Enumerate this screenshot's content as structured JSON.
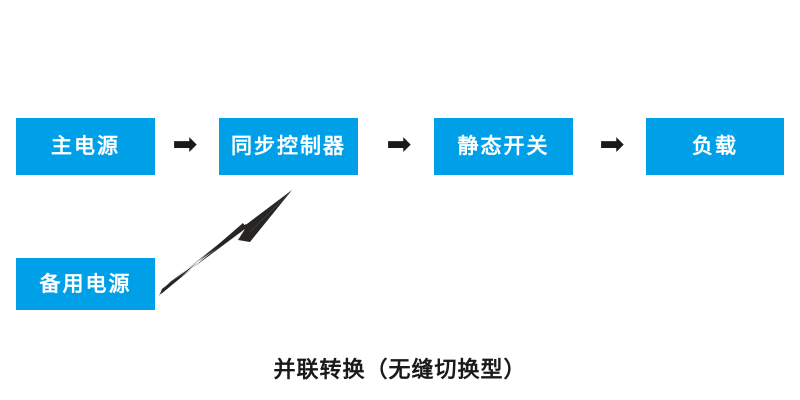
{
  "diagram": {
    "title": "并联转换（无缝切换型）",
    "background_color": "#ffffff",
    "node_color": "#00a0e9",
    "node_text_color": "#ffffff",
    "arrow_color": "#1a1a1a",
    "nodes": [
      {
        "id": "main-power",
        "label": "主电源"
      },
      {
        "id": "sync-controller",
        "label": "同步控制器"
      },
      {
        "id": "static-switch",
        "label": "静态开关"
      },
      {
        "id": "load",
        "label": "负载"
      },
      {
        "id": "backup-power",
        "label": "备用电源"
      }
    ],
    "connectors": [
      {
        "id": "main-to-sync",
        "glyph": "➡"
      },
      {
        "id": "sync-to-switch",
        "glyph": "➡"
      },
      {
        "id": "switch-to-load",
        "glyph": "➡"
      },
      {
        "id": "backup-to-sync",
        "glyph": "diagonal-arrow"
      }
    ]
  }
}
